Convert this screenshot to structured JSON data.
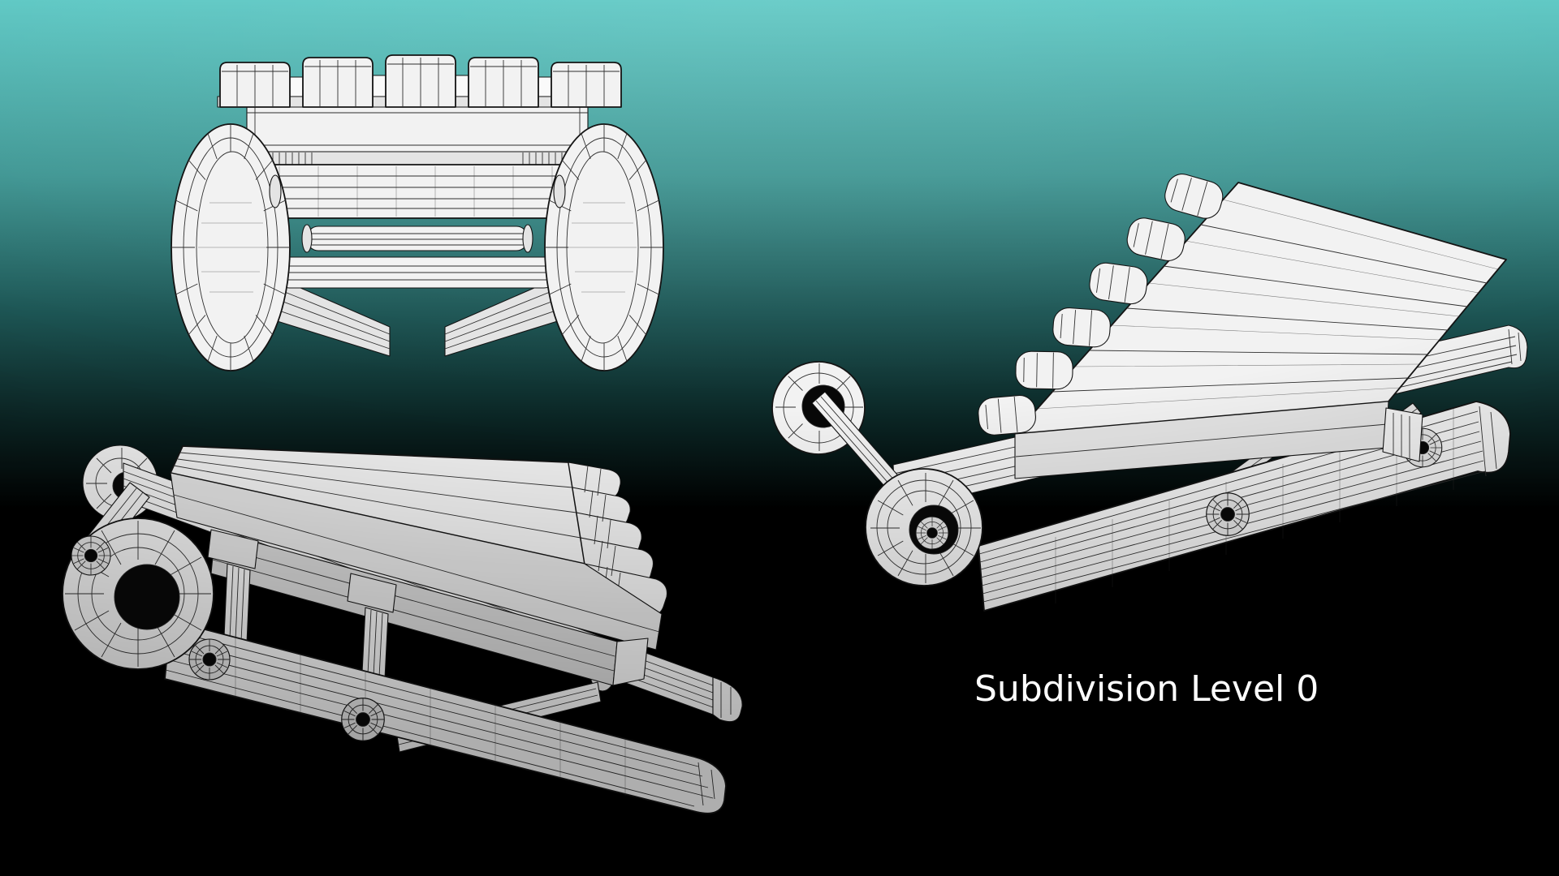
{
  "scene": {
    "caption": "Subdivision Level 0",
    "subdivision_level": 0,
    "subject": "wireframe-wooden-sled-3d-model",
    "views": [
      {
        "id": "front-orthographic-view",
        "position": "top-left"
      },
      {
        "id": "front-left-perspective-view",
        "position": "bottom-left"
      },
      {
        "id": "top-front-perspective-view",
        "position": "right"
      }
    ]
  },
  "theme": {
    "bg_top": "#5bc7c3",
    "bg_upper_mid": "#3f9693",
    "bg_lower_mid": "#1c5453",
    "bg_fade": "#0a2423",
    "bg_black": "#000000",
    "caption_color": "#ffffff",
    "model_fill": "#f2f2f2",
    "model_shade": "#e4e4e4",
    "model_dark_face": "#d6d6d6",
    "wire_color": "#2f2f2f",
    "outline_color": "#141414",
    "hub_core": "#080808"
  }
}
